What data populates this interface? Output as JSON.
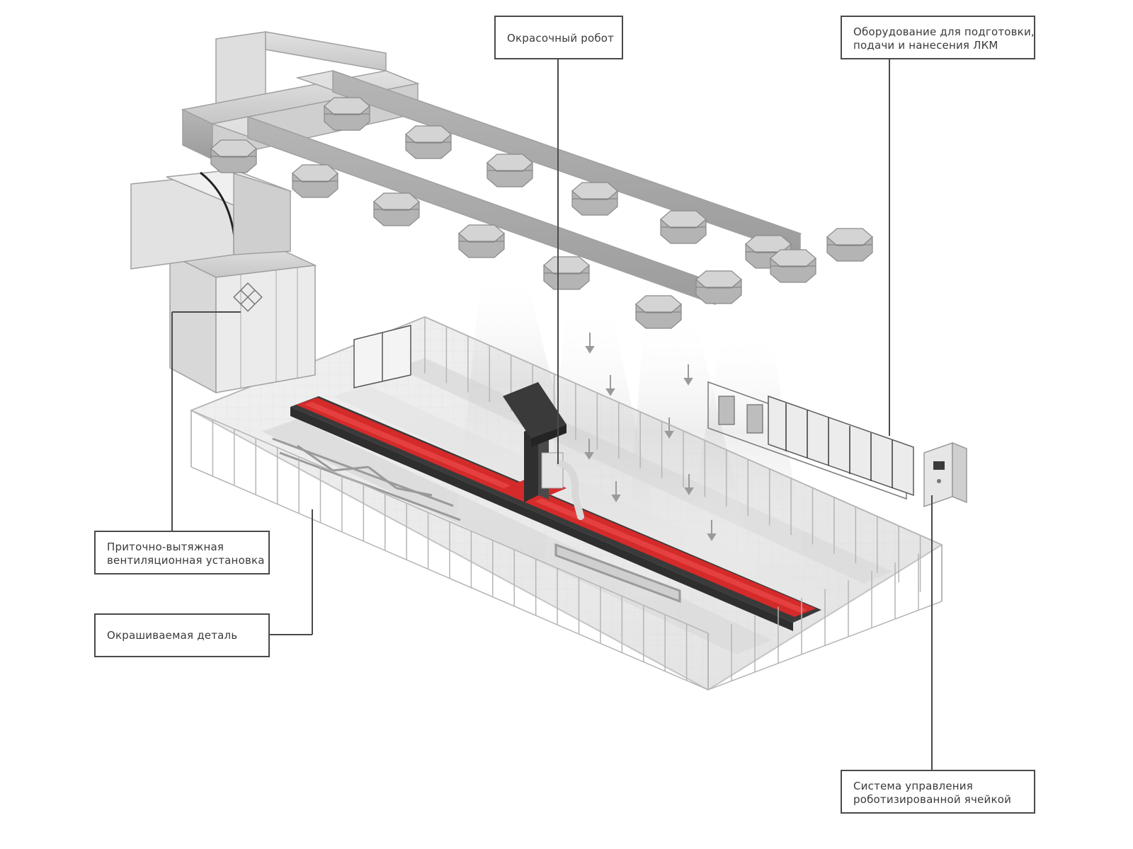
{
  "callouts": {
    "paint_robot": {
      "lines": [
        "Окрасочный робот"
      ]
    },
    "paint_equipment": {
      "lines": [
        "Оборудование для подготовки,",
        "подачи и нанесения ЛКМ"
      ]
    },
    "ventilation_unit": {
      "lines": [
        "Приточно-вытяжная",
        "вентиляционная установка"
      ]
    },
    "painted_part": {
      "lines": [
        "Окрашиваемая деталь"
      ]
    },
    "control_system": {
      "lines": [
        "Система управления",
        "роботизированной ячейкой"
      ]
    }
  },
  "colors": {
    "leader_line": "#4a4a4a",
    "duct_gray": "#c8c8c8",
    "rail_red": "#d42a2a",
    "fence_gray": "#b5b5b5",
    "robot_dark": "#3a3a3a"
  },
  "icons": [
    "fan-rotor-icon",
    "airflow-arrow-icon"
  ]
}
